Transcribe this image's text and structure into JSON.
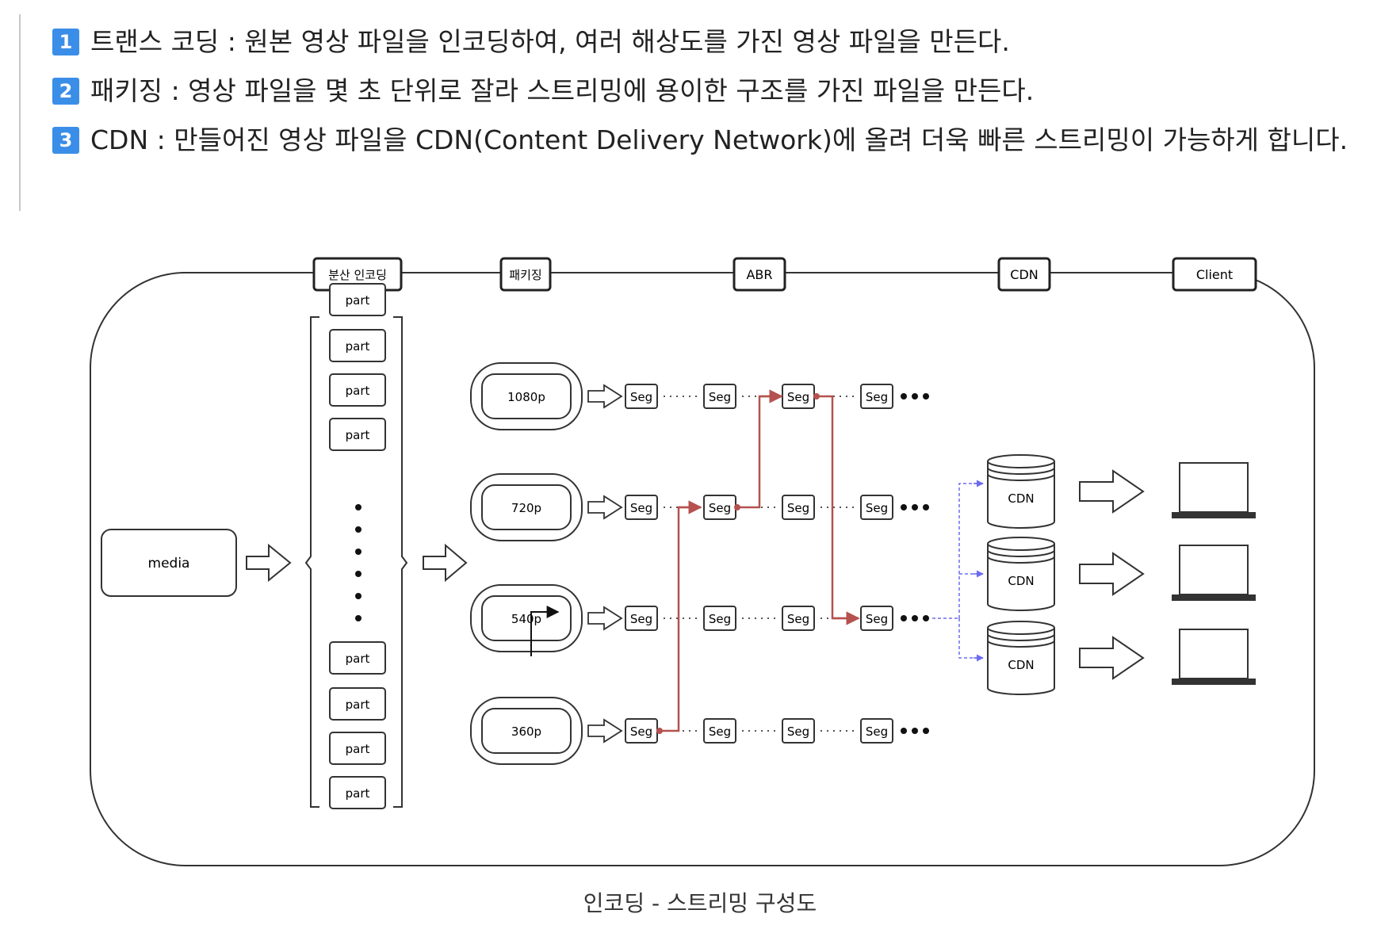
{
  "bullets": [
    {
      "num": "1",
      "text": "트랜스 코딩 : 원본 영상 파일을 인코딩하여, 여러 해상도를 가진 영상 파일을 만든다."
    },
    {
      "num": "2",
      "text": "패키징 : 영상 파일을 몇 초 단위로 잘라 스트리밍에 용이한 구조를 가진 파일을 만든다."
    },
    {
      "num": "3",
      "text": "CDN : 만들어진 영상 파일을 CDN(Content Delivery Network)에 올려 더욱 빠른 스트리밍이 가능하게 합니다."
    }
  ],
  "diagram": {
    "stages": [
      "분산 인코딩",
      "패키징",
      "ABR",
      "CDN",
      "Client"
    ],
    "media_label": "media",
    "part_label": "part",
    "resolutions": [
      "1080p",
      "720p",
      "540p",
      "360p"
    ],
    "segment_label": "Seg",
    "cdn_label": "CDN",
    "colors": {
      "line": "#222222",
      "abr_path": "#b5524f",
      "cdn_link": "#6b6bf0",
      "badge": "#3b8ee8"
    }
  },
  "caption": "인코딩 - 스트리밍 구성도"
}
